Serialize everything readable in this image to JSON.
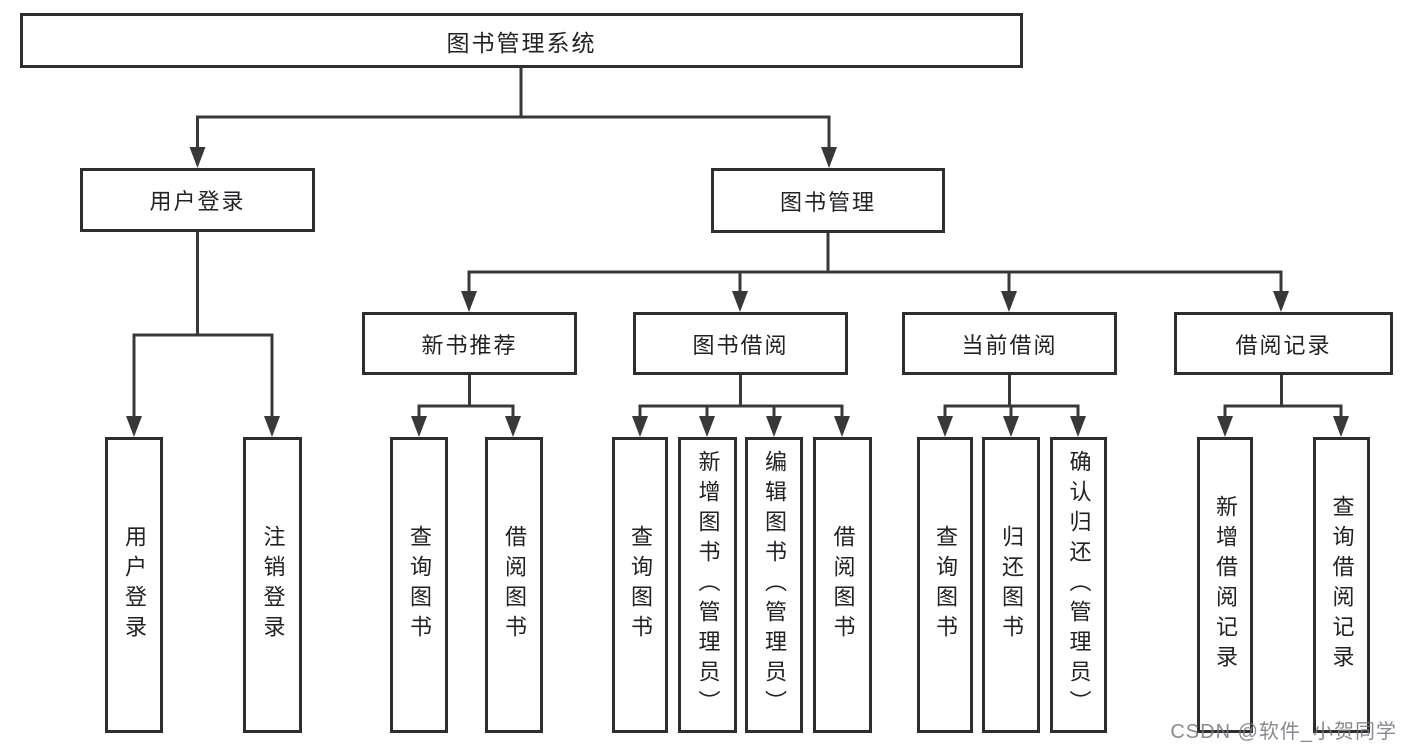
{
  "tree": {
    "label": "图书管理系统",
    "children": [
      {
        "label": "用户登录",
        "children": [
          {
            "label": "用户登录"
          },
          {
            "label": "注销登录"
          }
        ]
      },
      {
        "label": "图书管理",
        "children": [
          {
            "label": "新书推荐",
            "children": [
              {
                "label": "查询图书"
              },
              {
                "label": "借阅图书"
              }
            ]
          },
          {
            "label": "图书借阅",
            "children": [
              {
                "label": "查询图书"
              },
              {
                "label": "新增图书（管理员）"
              },
              {
                "label": "编辑图书（管理员）"
              },
              {
                "label": "借阅图书"
              }
            ]
          },
          {
            "label": "当前借阅",
            "children": [
              {
                "label": "查询图书"
              },
              {
                "label": "归还图书"
              },
              {
                "label": "确认归还（管理员）"
              }
            ]
          },
          {
            "label": "借阅记录",
            "children": [
              {
                "label": "新增借阅记录"
              },
              {
                "label": "查询借阅记录"
              }
            ]
          }
        ]
      }
    ]
  },
  "watermark": {
    "text": "CSDN @软件_小贺同学"
  },
  "colors": {
    "line": "#383838",
    "border": "#2e2e2e",
    "watermark": "#76767e"
  }
}
